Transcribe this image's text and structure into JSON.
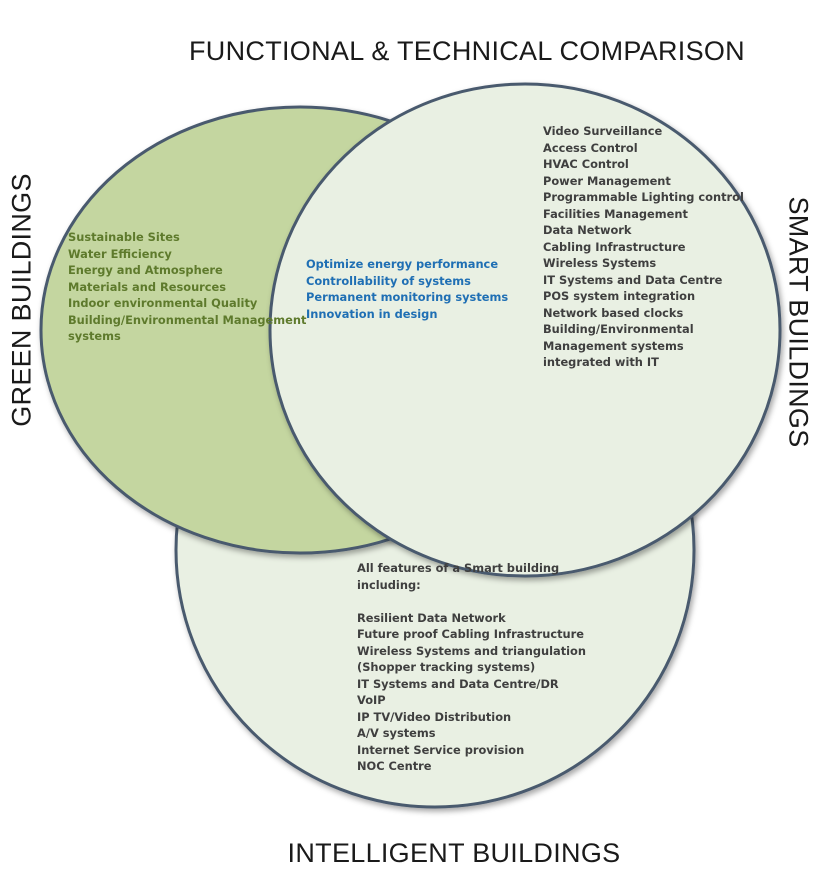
{
  "diagram": {
    "title": "FUNCTIONAL & TECHNICAL COMPARISON",
    "bottom_label": "INTELLIGENT BUILDINGS",
    "left_label": "GREEN BUILDINGS",
    "right_label": "SMART BUILDINGS",
    "colors": {
      "green_fill": "#c4d6a0",
      "pale_fill": "#e9f0e3",
      "circle_stroke": "#4a5a6e",
      "green_text": "#5e7a2c",
      "overlap_text": "#1f6fb4",
      "body_text": "#3f3f3f"
    },
    "green_items": [
      "Sustainable Sites",
      "Water Efficiency",
      "Energy and Atmosphere",
      "Materials and Resources",
      "Indoor environmental Quality",
      "Building/Environmental Management",
      "systems"
    ],
    "overlap_items": [
      "Optimize energy performance",
      "Controllability of systems",
      "Permanent monitoring systems",
      "Innovation in design"
    ],
    "smart_items": [
      "Video Surveillance",
      "Access Control",
      "HVAC Control",
      "Power Management",
      "Programmable Lighting control",
      "Facilities Management",
      "Data Network",
      "Cabling Infrastructure",
      "Wireless Systems",
      "IT Systems and Data Centre",
      "POS system integration",
      "Network based clocks",
      "Building/Environmental",
      "Management systems",
      "integrated with IT"
    ],
    "intelligent_intro": [
      "All features of a Smart building",
      "including:"
    ],
    "intelligent_items": [
      "Resilient Data Network",
      "Future proof Cabling Infrastructure",
      "Wireless Systems and triangulation",
      "(Shopper tracking systems)",
      "IT Systems and Data Centre/DR",
      "VoIP",
      "IP TV/Video Distribution",
      "A/V systems",
      "Internet Service provision",
      "NOC Centre"
    ]
  }
}
